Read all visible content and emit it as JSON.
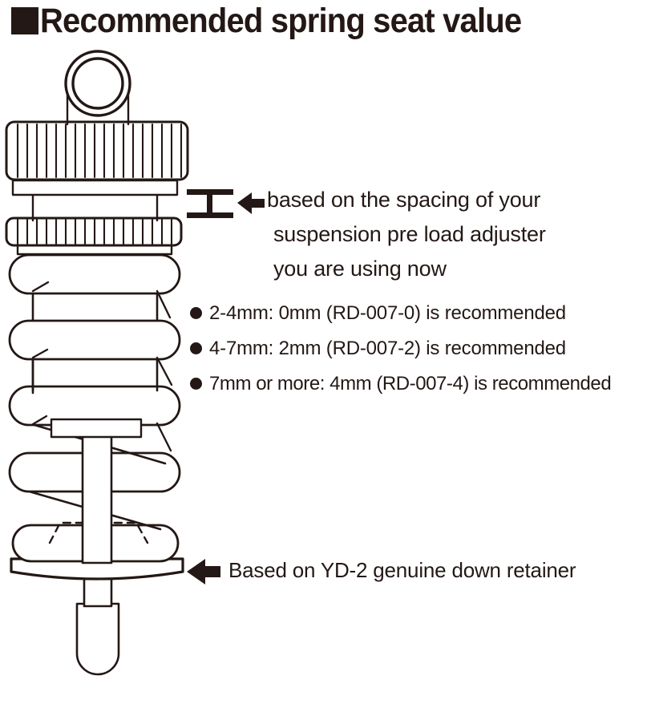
{
  "title": {
    "marker": "square-bullet",
    "text": "Recommended spring seat value"
  },
  "callout": {
    "marker_icon": "i-beam-dimension-marker",
    "arrow_icon": "left-arrow-icon",
    "lines": [
      "based on the spacing of your",
      "suspension pre load adjuster",
      "you are using now"
    ]
  },
  "recommendations": [
    "2-4mm: 0mm (RD-007-0) is recommended",
    "4-7mm: 2mm (RD-007-2) is recommended",
    "7mm or more: 4mm (RD-007-4) is recommended"
  ],
  "bottom_note": {
    "arrow_icon": "left-arrow-icon",
    "text": "Based on YD-2 genuine down retainer"
  },
  "diagram": {
    "name": "shock-absorber-cross-section",
    "parts": [
      "upper-eyelet",
      "knurled-preload-adjuster-upper",
      "knurled-preload-adjuster-lower",
      "coil-spring",
      "spring-retainer-plate",
      "shock-shaft",
      "shock-body"
    ]
  },
  "colors": {
    "ink": "#231815",
    "background": "#ffffff"
  }
}
